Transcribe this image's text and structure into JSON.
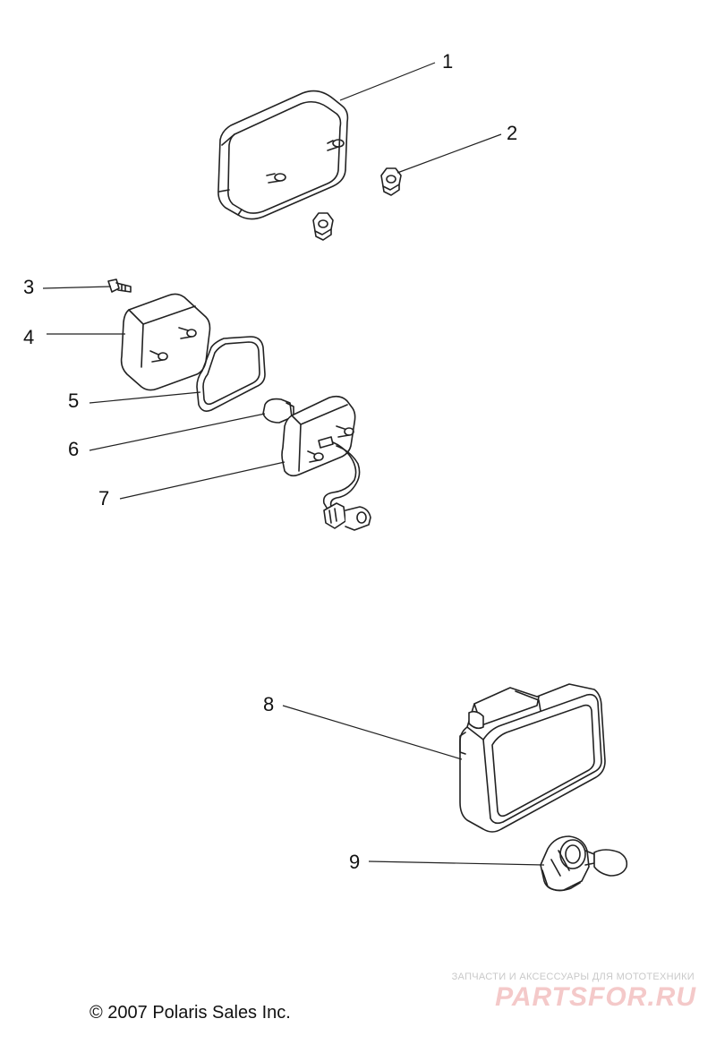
{
  "callouts": {
    "c1": "1",
    "c2": "2",
    "c3": "3",
    "c4": "4",
    "c5": "5",
    "c6": "6",
    "c7": "7",
    "c8": "8",
    "c9": "9"
  },
  "copyright": "© 2007 Polaris Sales Inc.",
  "watermark": {
    "tagline": "ЗАПЧАСТИ И АКСЕССУАРЫ ДЛЯ МОТОТЕХНИКИ",
    "logo": "PARTSFOR.RU"
  },
  "colors": {
    "line": "#222222",
    "watermark_logo": "#f4c9c9",
    "watermark_tagline": "#c9c9c9"
  }
}
